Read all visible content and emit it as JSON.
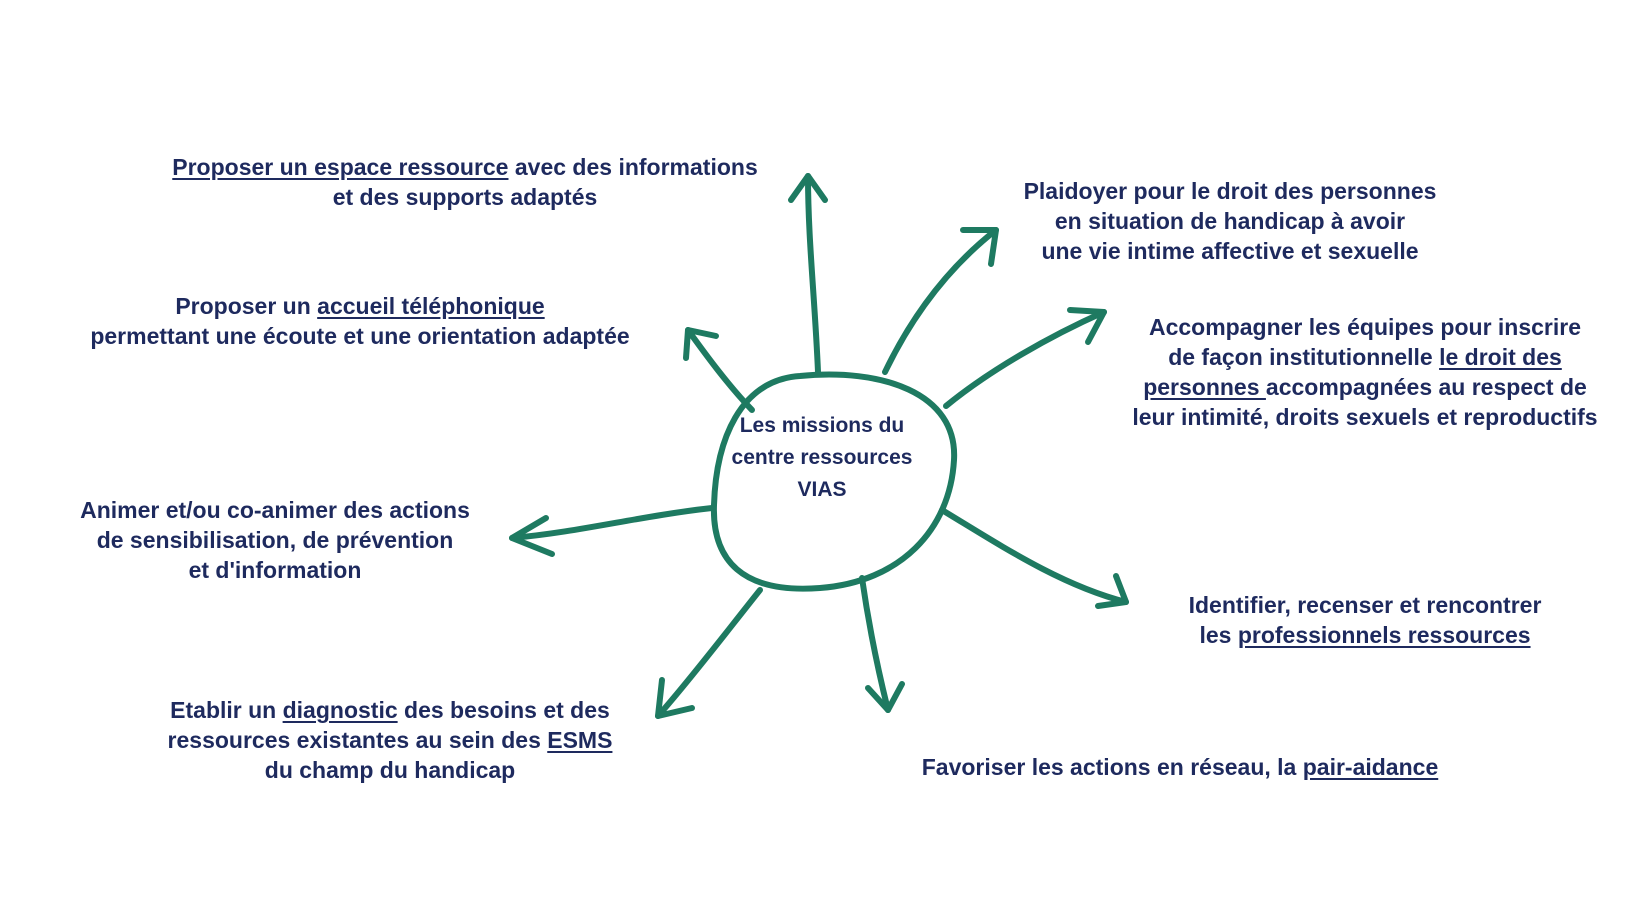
{
  "hub": {
    "label_lines": [
      "Les missions du",
      "centre ressources",
      "VIAS"
    ]
  },
  "colors": {
    "arrow": "#1e7a61",
    "text": "#1e2a5e"
  },
  "missions": [
    {
      "id": "espace-ressource",
      "lines": [
        [
          {
            "t": "Proposer un espace ressource",
            "u": true
          },
          {
            "t": " avec des informations",
            "u": false
          }
        ],
        [
          {
            "t": "et des supports adaptés",
            "u": false
          }
        ]
      ]
    },
    {
      "id": "plaidoyer",
      "lines": [
        [
          {
            "t": "Plaidoyer pour le droit des personnes",
            "u": false
          }
        ],
        [
          {
            "t": "en situation de handicap à avoir",
            "u": false
          }
        ],
        [
          {
            "t": "une vie intime affective et sexuelle",
            "u": false
          }
        ]
      ]
    },
    {
      "id": "accueil-telephonique",
      "lines": [
        [
          {
            "t": "Proposer un ",
            "u": false
          },
          {
            "t": "accueil téléphonique",
            "u": true
          }
        ],
        [
          {
            "t": "permettant une écoute et une orientation adaptée",
            "u": false
          }
        ]
      ]
    },
    {
      "id": "accompagner-equipes",
      "lines": [
        [
          {
            "t": "Accompagner les équipes pour inscrire",
            "u": false
          }
        ],
        [
          {
            "t": "de façon institutionnelle ",
            "u": false
          },
          {
            "t": "le droit des",
            "u": true
          }
        ],
        [
          {
            "t": "personnes ",
            "u": true
          },
          {
            "t": "accompagnées au respect de",
            "u": false
          }
        ],
        [
          {
            "t": "leur intimité, droits sexuels et reproductifs",
            "u": false
          }
        ]
      ]
    },
    {
      "id": "animer-actions",
      "lines": [
        [
          {
            "t": "Animer et/ou co-animer des actions",
            "u": false
          }
        ],
        [
          {
            "t": "de sensibilisation, de prévention",
            "u": false
          }
        ],
        [
          {
            "t": "et d'information",
            "u": false
          }
        ]
      ]
    },
    {
      "id": "identifier-professionnels",
      "lines": [
        [
          {
            "t": "Identifier, recenser et rencontrer",
            "u": false
          }
        ],
        [
          {
            "t": "les ",
            "u": false
          },
          {
            "t": "professionnels ressources",
            "u": true
          }
        ]
      ]
    },
    {
      "id": "diagnostic",
      "lines": [
        [
          {
            "t": "Etablir un ",
            "u": false
          },
          {
            "t": "diagnostic",
            "u": true
          },
          {
            "t": " des besoins et des",
            "u": false
          }
        ],
        [
          {
            "t": "ressources existantes au sein des ",
            "u": false
          },
          {
            "t": "ESMS",
            "u": true
          }
        ],
        [
          {
            "t": "du champ du handicap",
            "u": false
          }
        ]
      ]
    },
    {
      "id": "actions-reseau",
      "lines": [
        [
          {
            "t": "Favoriser les actions en réseau, la ",
            "u": false
          },
          {
            "t": "pair-aidance",
            "u": true
          }
        ]
      ]
    }
  ]
}
